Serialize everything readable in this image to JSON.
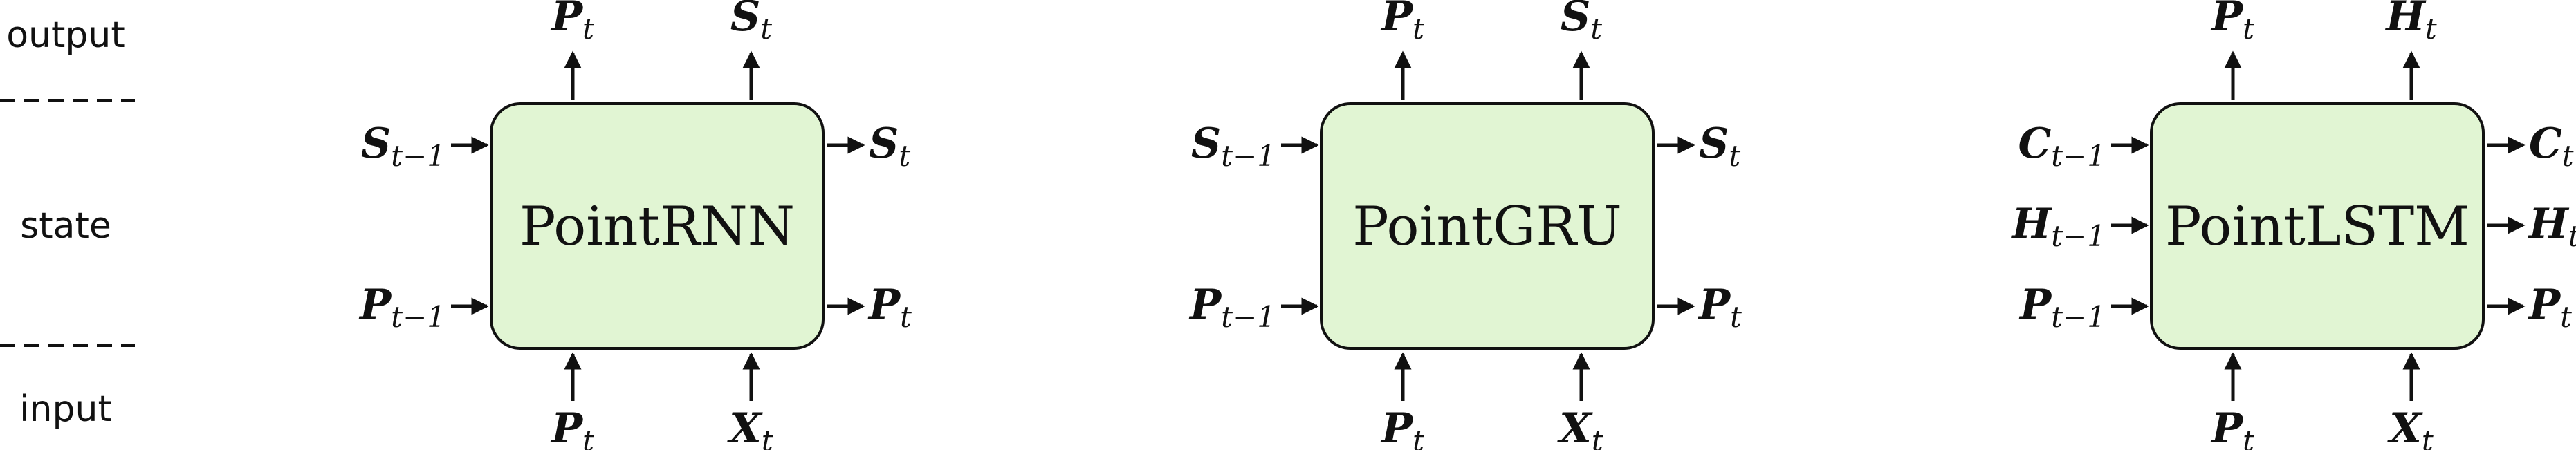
{
  "side_labels": {
    "output": "output",
    "state": "state",
    "input": "input"
  },
  "cells": [
    {
      "name": "PointRNN",
      "top": [
        {
          "b": "P",
          "s": "t"
        },
        {
          "b": "S",
          "s": "t"
        }
      ],
      "left": [
        {
          "b": "S",
          "s": "t−1"
        },
        {
          "b": "P",
          "s": "t−1"
        }
      ],
      "right": [
        {
          "b": "S",
          "s": "t"
        },
        {
          "b": "P",
          "s": "t"
        }
      ],
      "bottom": [
        {
          "b": "P",
          "s": "t"
        },
        {
          "b": "X",
          "s": "t"
        }
      ]
    },
    {
      "name": "PointGRU",
      "top": [
        {
          "b": "P",
          "s": "t"
        },
        {
          "b": "S",
          "s": "t"
        }
      ],
      "left": [
        {
          "b": "S",
          "s": "t−1"
        },
        {
          "b": "P",
          "s": "t−1"
        }
      ],
      "right": [
        {
          "b": "S",
          "s": "t"
        },
        {
          "b": "P",
          "s": "t"
        }
      ],
      "bottom": [
        {
          "b": "P",
          "s": "t"
        },
        {
          "b": "X",
          "s": "t"
        }
      ]
    },
    {
      "name": "PointLSTM",
      "top": [
        {
          "b": "P",
          "s": "t"
        },
        {
          "b": "H",
          "s": "t"
        }
      ],
      "left": [
        {
          "b": "C",
          "s": "t−1"
        },
        {
          "b": "H",
          "s": "t−1"
        },
        {
          "b": "P",
          "s": "t−1"
        }
      ],
      "right": [
        {
          "b": "C",
          "s": "t"
        },
        {
          "b": "H",
          "s": "t"
        },
        {
          "b": "P",
          "s": "t"
        }
      ],
      "bottom": [
        {
          "b": "P",
          "s": "t"
        },
        {
          "b": "X",
          "s": "t"
        }
      ]
    }
  ]
}
